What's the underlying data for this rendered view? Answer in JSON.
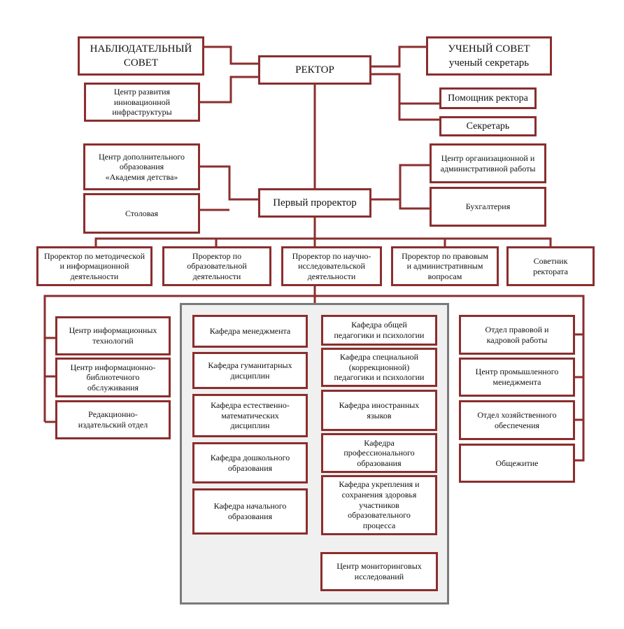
{
  "diagram": {
    "rector": "РЕКТОР",
    "supervisory_board": "НАБЛЮДАТЕЛЬНЫЙ\nСОВЕТ",
    "innovation_center": "Центр развития\nинновационной\nинфраструктуры",
    "academic_council": "УЧЕНЫЙ СОВЕТ\nученый секретарь",
    "rector_assistant": "Помощник ректора",
    "secretary": "Секретарь",
    "first_prorector": "Первый проректор",
    "additional_education": "Центр дополнительного\nобразования\n«Академия детства»",
    "canteen": "Столовая",
    "org_admin_center": "Центр организационной и\nадминистративной работы",
    "accounting": "Бухгалтерия",
    "prorectors": [
      "Проректор по методической\nи информационной\nдеятельности",
      "Проректор по\nобразовательной\nдеятельности",
      "Проректор по научно-\nисследовательской\nдеятельности",
      "Проректор по правовым\nи административным\nвопросам",
      "Советник\nректората"
    ],
    "left_units": [
      "Центр информационных\nтехнологий",
      "Центр информационно-\nбиблиотечного\nобслуживания",
      "Редакционно-\nиздательский отдел"
    ],
    "departments_left": [
      "Кафедра менеджмента",
      "Кафедра гуманитарных\nдисциплин",
      "Кафедра естественно-\nматематических\nдисциплин",
      "Кафедра дошкольного\nобразования",
      "Кафедра начального\nобразования"
    ],
    "departments_right": [
      "Кафедра общей\nпедагогики и психологии",
      "Кафедра специальной\n(коррекционной)\nпедагогики и психологии",
      "Кафедра иностранных\nязыков",
      "Кафедра\nпрофессионального\nобразования",
      "Кафедра укрепления и\nсохранения здоровья\nучастников\nобразовательного\nпроцесса"
    ],
    "monitoring_center": "Центр мониторинговых\nисследований",
    "right_units": [
      "Отдел правовой и\nкадровой работы",
      "Центр промышленного\nменеджмента",
      "Отдел хозяйственного\nобеспечения",
      "Общежитие"
    ]
  }
}
